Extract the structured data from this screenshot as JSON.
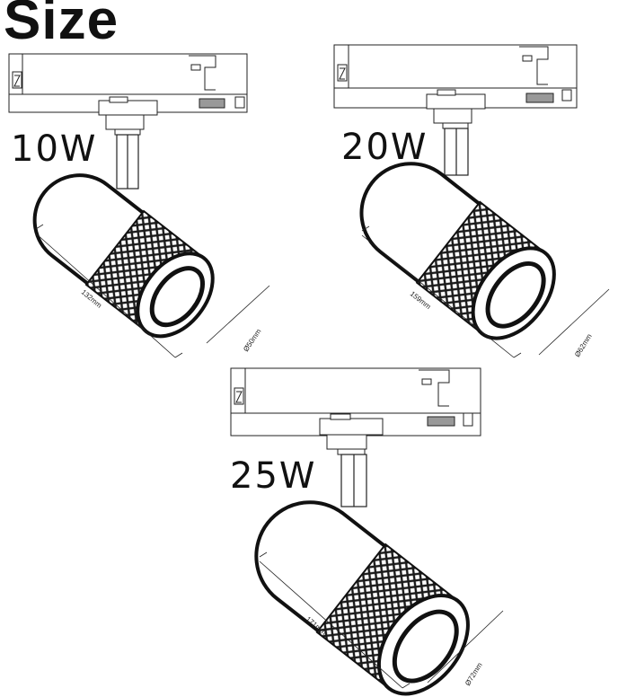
{
  "title": "Size",
  "variants": [
    {
      "power": "10W",
      "length": "132mm",
      "diameter": "Ø50mm"
    },
    {
      "power": "20W",
      "length": "159mm",
      "diameter": "Ø62mm"
    },
    {
      "power": "25W",
      "length": "171mm",
      "diameter": "Ø72mm"
    }
  ]
}
